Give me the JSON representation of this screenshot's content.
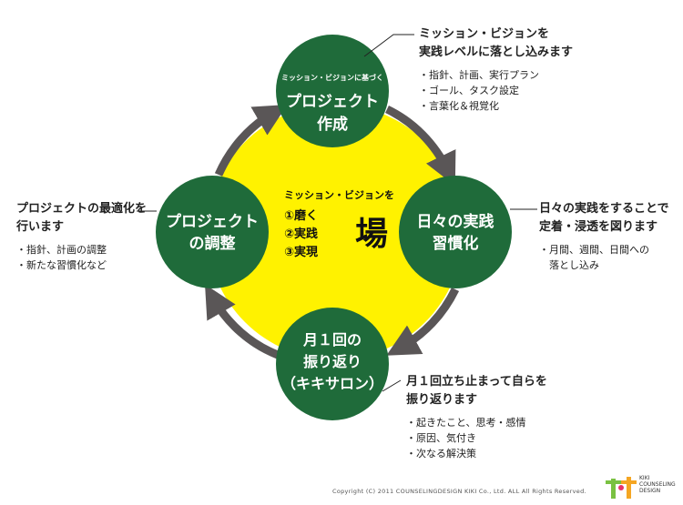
{
  "center": {
    "title": "ミッション・ビジョンを",
    "items": [
      "①磨く",
      "②実践",
      "③実現"
    ],
    "big": "場"
  },
  "nodes": {
    "top": {
      "sub": "ミッション・ビジョンに基づく",
      "line1": "プロジェクト",
      "line2": "作成"
    },
    "right": {
      "line1": "日々の実践",
      "line2": "習慣化"
    },
    "bottom": {
      "line1": "月１回の",
      "line2": "振り返り",
      "line3": "（キキサロン）"
    },
    "left": {
      "line1": "プロジェクト",
      "line2": "の調整"
    }
  },
  "notes": {
    "top": {
      "head": [
        "ミッション・ビジョンを",
        "実践レベルに落とし込みます"
      ],
      "items": [
        "・指針、計画、実行プラン",
        "・ゴール、タスク設定",
        "・言葉化＆視覚化"
      ]
    },
    "right": {
      "head": [
        "日々の実践をすることで",
        "定着・浸透を図ります"
      ],
      "items": [
        "・月間、週間、日間への",
        "　落とし込み"
      ]
    },
    "bottom": {
      "head": [
        "月１回立ち止まって自らを",
        "振り返ります"
      ],
      "items": [
        "・起きたこと、思考・感情",
        "・原因、気付き",
        "・次なる解決策"
      ]
    },
    "left": {
      "head": [
        "プロジェクトの最適化を",
        "行います"
      ],
      "items": [
        "・指針、計画の調整",
        "・新たな習慣化など"
      ]
    }
  },
  "footer": {
    "copyright": "Copyright (C) 2011 COUNSELINGDESIGN KIKI Co., Ltd. ALL All Rights Reserved.",
    "logo": "KIKI COUNSELING DESIGN"
  },
  "colors": {
    "green": "#1f6b3a",
    "yellow": "#fff200",
    "gray": "#5a5657"
  }
}
